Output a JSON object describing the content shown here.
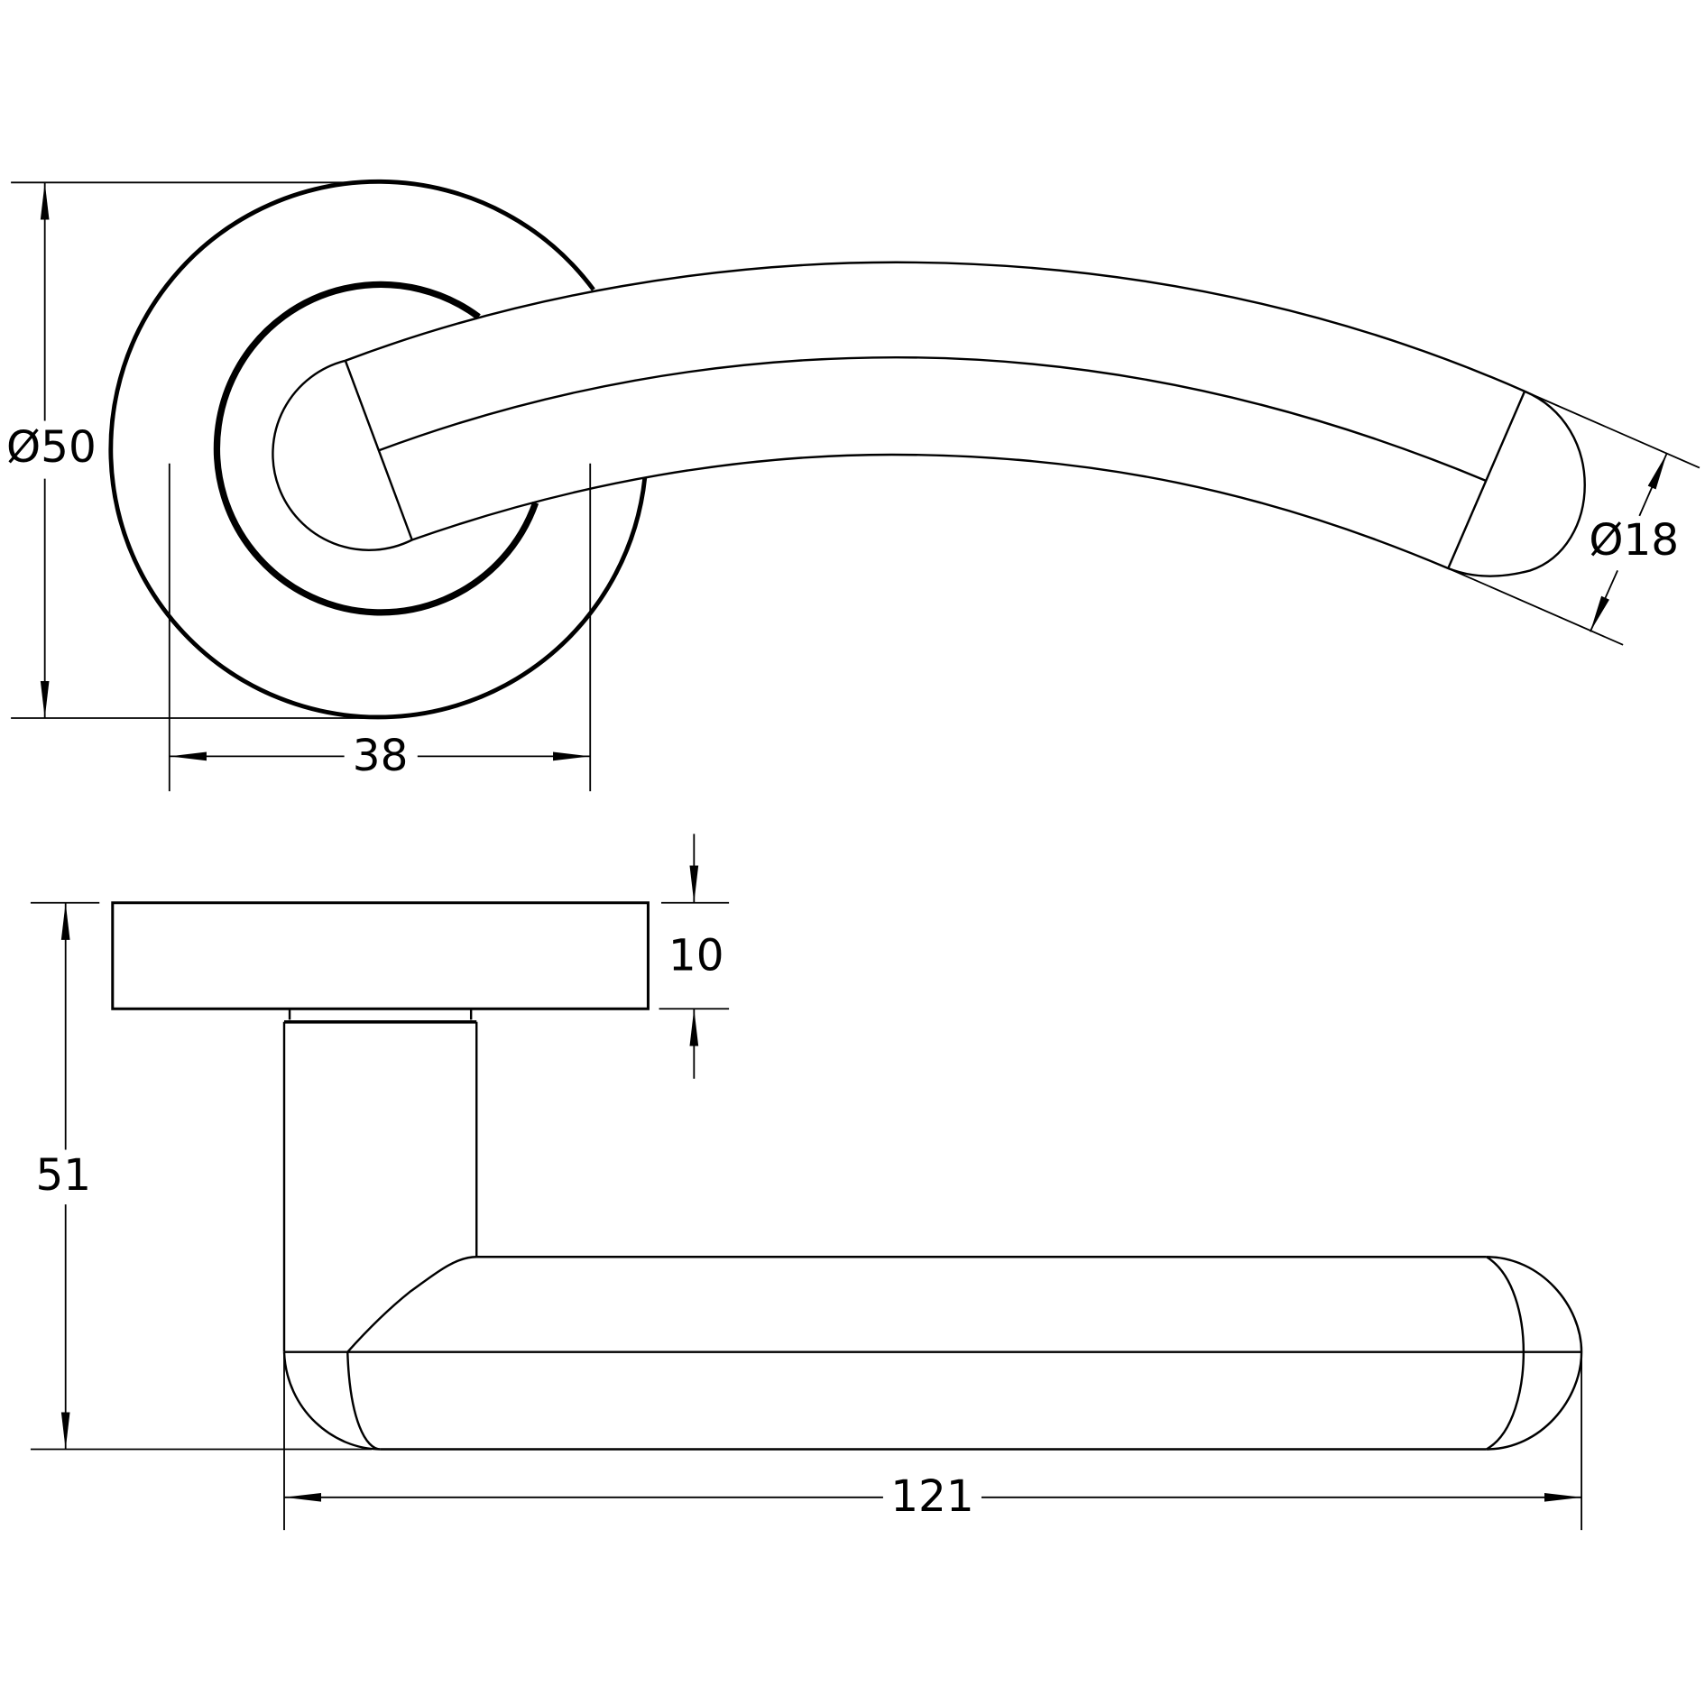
{
  "top_view": {
    "rose_diameter_label": "Ø50",
    "rose_spacing_label": "38",
    "grip_diameter_label": "Ø18"
  },
  "side_view": {
    "rose_thickness_label": "10",
    "projection_label": "51",
    "length_label": "121"
  },
  "colors": {
    "line": "#000000",
    "background": "#ffffff"
  }
}
